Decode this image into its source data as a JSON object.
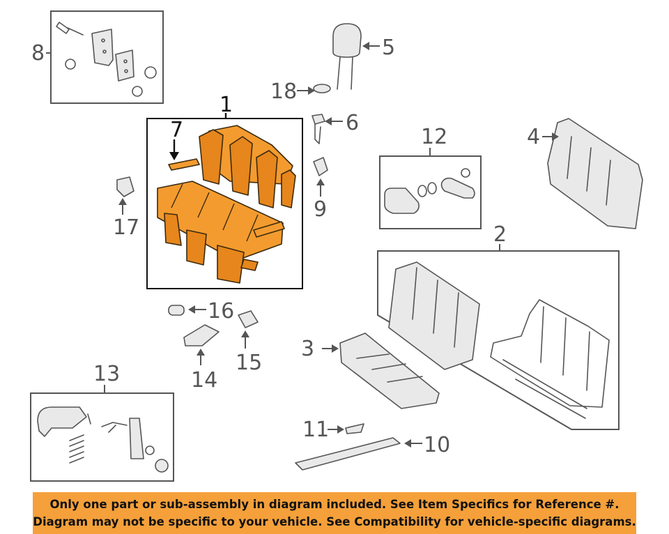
{
  "callouts": {
    "c1": "1",
    "c2": "2",
    "c3": "3",
    "c4": "4",
    "c5": "5",
    "c6": "6",
    "c7": "7",
    "c8": "8",
    "c9": "9",
    "c10": "10",
    "c11": "11",
    "c12": "12",
    "c13": "13",
    "c14": "14",
    "c15": "15",
    "c16": "16",
    "c17": "17",
    "c18": "18"
  },
  "banner": {
    "line1": "Only one part or sub-assembly in diagram included. See Item Specifics for Reference #.",
    "line2": "Diagram may not be specific to your vehicle. See Compatibility for vehicle-specific diagrams."
  },
  "colors": {
    "highlight": "#f39b2f",
    "banner": "#f5a03a",
    "line": "#555555"
  }
}
